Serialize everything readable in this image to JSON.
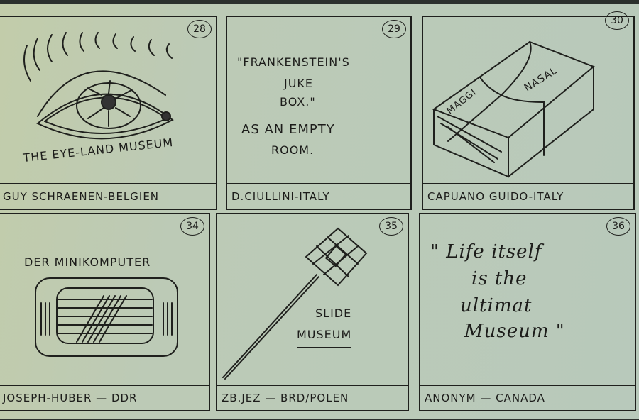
{
  "panels": [
    {
      "number": "28",
      "text": "THE EYE-LAND MUSEUM",
      "caption": "GUY SCHRAENEN-BELGIEN"
    },
    {
      "number": "29",
      "lines": [
        "\"FRANKENSTEIN'S",
        "JUKE",
        "BOX.\"",
        "AS AN EMPTY",
        "ROOM."
      ],
      "caption": "D.CIULLINI-ITALY"
    },
    {
      "number": "30",
      "labels": [
        "MAGGI",
        "NASAL"
      ],
      "caption": "CAPUANO GUIDO-ITALY"
    },
    {
      "number": "34",
      "text": "DER MINIKOMPUTER",
      "caption": "JOSEPH-HUBER — DDR"
    },
    {
      "number": "35",
      "lines": [
        "SLIDE",
        "MUSEUM"
      ],
      "caption": "ZB.JEZ — BRD/POLEN"
    },
    {
      "number": "36",
      "lines": [
        "\" Life itself",
        "is the",
        "ultimat",
        "Museum \""
      ],
      "caption": "ANONYM — CANADA"
    }
  ]
}
